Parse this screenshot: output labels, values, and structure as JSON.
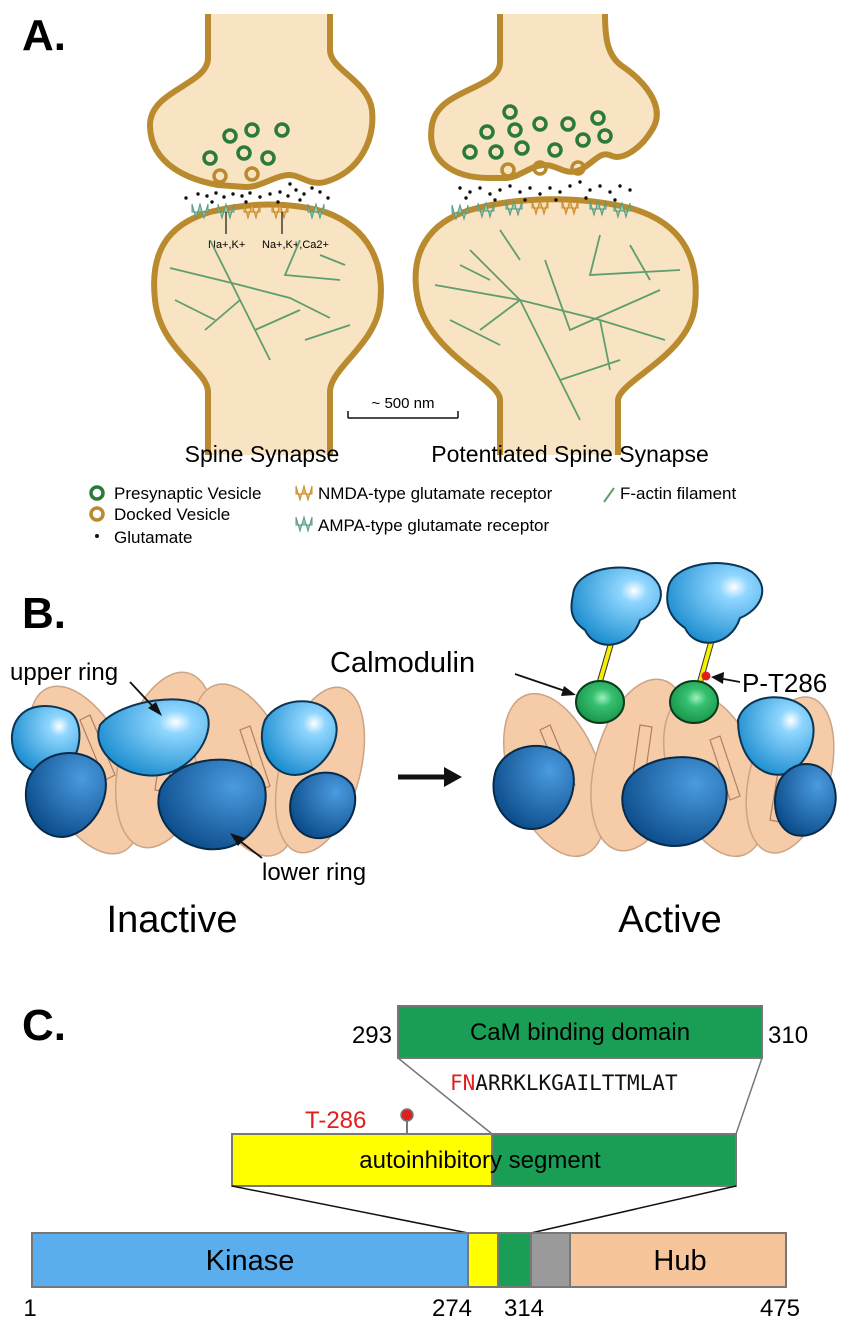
{
  "panel_a": {
    "label": "A.",
    "ion_labels": {
      "ampa": "Na+,K+",
      "nmda": "Na+,K+,Ca2+"
    },
    "scale_bar": "~ 500 nm",
    "left_caption": "Spine Synapse",
    "right_caption": "Potentiated Spine Synapse",
    "legend": {
      "presynaptic_vesicle": "Presynaptic Vesicle",
      "docked_vesicle": "Docked Vesicle",
      "glutamate": "Glutamate",
      "nmda_receptor": "NMDA-type glutamate receptor",
      "ampa_receptor": "AMPA-type glutamate receptor",
      "f_actin": "F-actin filament"
    },
    "colors": {
      "membrane": "#b98a2e",
      "cytoplasm": "#f8e3c2",
      "vesicle": "#2a7a3a",
      "docked": "#b98a2e",
      "actin": "#5e9e6e",
      "ampa": "#8fd0b0",
      "nmda": "#f4b75c"
    }
  },
  "panel_b": {
    "label": "B.",
    "upper_ring": "upper ring",
    "lower_ring": "lower ring",
    "calmodulin": "Calmodulin",
    "p_t286": "P-T286",
    "inactive": "Inactive",
    "active": "Active",
    "colors": {
      "light_blue": "#3aa6e0",
      "dark_blue": "#0d5a9a",
      "kinase_body": "#f5c9a4",
      "calmodulin": "#1e9e50",
      "linker": "#f4f000",
      "phospho": "#e01e1e"
    }
  },
  "panel_c": {
    "label": "C.",
    "cam_domain": "CaM binding domain",
    "cam_start": "293",
    "cam_end": "310",
    "sequence_red": "FN",
    "sequence_rest": "ARRKLKGAILTTMLAT",
    "t286": "T-286",
    "autoinhibitory": "autoinhibitory segment",
    "kinase": "Kinase",
    "hub": "Hub",
    "ticks": {
      "start": "1",
      "t274": "274",
      "t314": "314",
      "end": "475"
    },
    "colors": {
      "kinase": "#5aaeee",
      "autoinh": "#ffff00",
      "cam": "#1a9e55",
      "linker": "#9a9a9a",
      "hub": "#f6c59a",
      "red": "#e01e1e"
    }
  }
}
